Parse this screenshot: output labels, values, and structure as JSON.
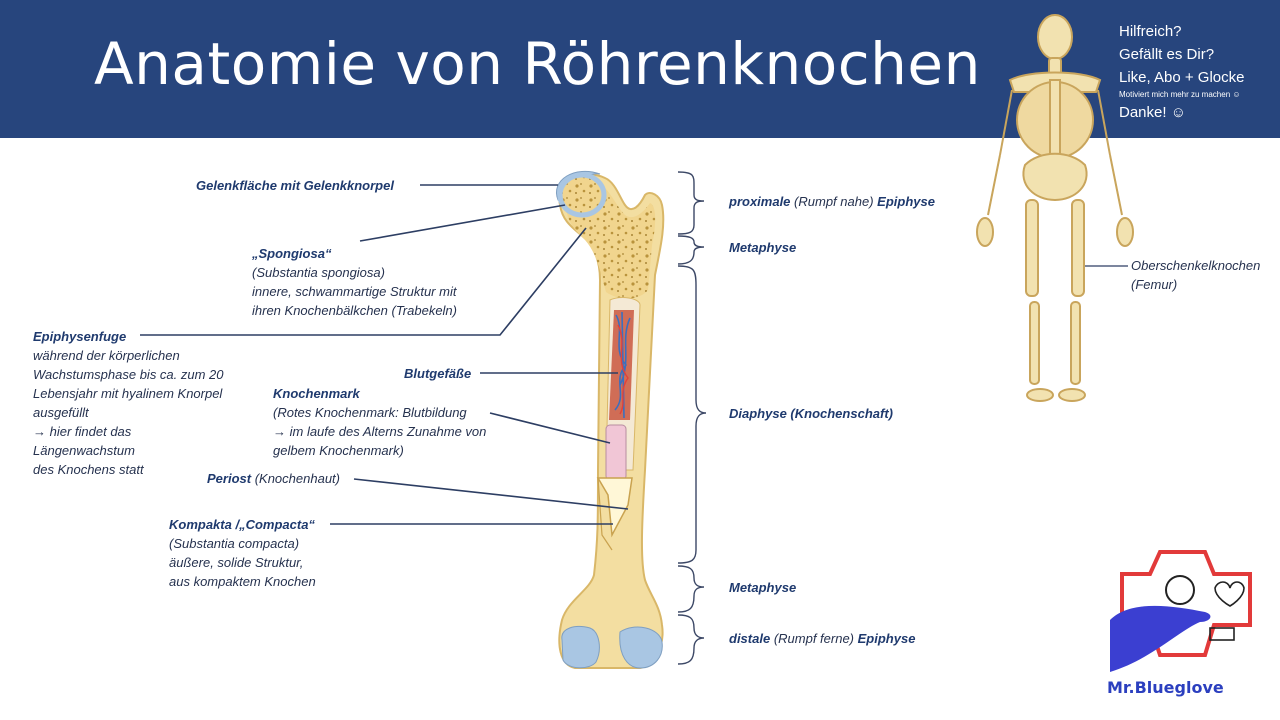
{
  "title": "Anatomie von Röhrenknochen",
  "promo": {
    "line1": "Hilfreich?",
    "line2": "Gefällt es Dir?",
    "line3": "Like, Abo + Glocke",
    "line4": "Motiviert mich mehr zu machen ☺",
    "line5": "Danke! ☺"
  },
  "labels": {
    "gelenkflaeche": "Gelenkfläche mit Gelenkknorpel",
    "spongiosa_title": "„Spongiosa“",
    "spongiosa_l1": "(Substantia spongiosa)",
    "spongiosa_l2": "innere, schwammartige Struktur mit",
    "spongiosa_l3": "ihren Knochenbälkchen (Trabekeln)",
    "epiphysenfuge_title": "Epiphysenfuge",
    "epiphysenfuge_l1": "während der körperlichen",
    "epiphysenfuge_l2": "Wachstumsphase bis ca. zum 20",
    "epiphysenfuge_l3": "Lebensjahr mit hyalinem Knorpel",
    "epiphysenfuge_l4": "ausgefüllt",
    "epiphysenfuge_l5": "→ hier findet das",
    "epiphysenfuge_l6": "Längenwachstum",
    "epiphysenfuge_l7": "des Knochens statt",
    "blutgefaesse": "Blutgefäße",
    "knochenmark_title": "Knochenmark",
    "knochenmark_l1": "(Rotes Knochenmark: Blutbildung",
    "knochenmark_l2": "→ im laufe des Alterns Zunahme von",
    "knochenmark_l3": "gelbem Knochenmark)",
    "periost_title": "Periost",
    "periost_sub": "(Knochenhaut)",
    "kompakta_title": "Kompakta /„Compacta“",
    "kompakta_l1": "(Substantia compacta)",
    "kompakta_l2": "äußere, solide Struktur,",
    "kompakta_l3": "aus kompaktem Knochen"
  },
  "regions": {
    "prox_a": "proximale",
    "prox_b": "(Rumpf nahe)",
    "prox_c": "Epiphyse",
    "metaphyse_top": "Metaphyse",
    "diaphyse": "Diaphyse (Knochenschaft)",
    "metaphyse_bottom": "Metaphyse",
    "dist_a": "distale",
    "dist_b": "(Rumpf ferne)",
    "dist_c": "Epiphyse"
  },
  "skeleton": {
    "label1": "Oberschenkelknochen",
    "label2": "(Femur)"
  },
  "brand": "Mr.Blueglove",
  "colors": {
    "banner": "#27457d",
    "bone": "#f3dea1",
    "bone_outline": "#d9b768",
    "cartilage": "#a9c6e3",
    "leader": "#2d3e63",
    "brand_red": "#e23a3a",
    "brand_blue": "#3b3fd1"
  }
}
